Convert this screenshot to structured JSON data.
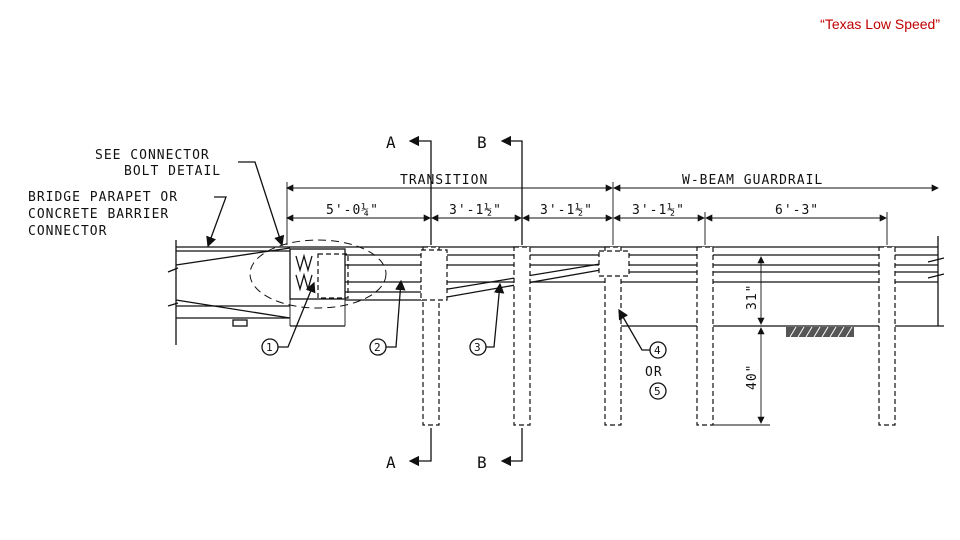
{
  "header": {
    "title": "“Texas Low Speed”"
  },
  "diagram": {
    "labels": {
      "see_connector": [
        "SEE CONNECTOR",
        "BOLT DETAIL"
      ],
      "bridge_parapet": [
        "BRIDGE PARAPET OR",
        "CONCRETE BARRIER",
        "CONNECTOR"
      ],
      "transition": "TRANSITION",
      "wbeam": "W-BEAM GUARDRAIL",
      "height_rail": "31\"",
      "height_post": "40\"",
      "or": "OR"
    },
    "dimensions": [
      "5'-0¼\"",
      "3'-1½\"",
      "3'-1½\"",
      "3'-1½\"",
      "6'-3\""
    ],
    "sections": {
      "a": "A",
      "b": "B"
    },
    "callouts": [
      "1",
      "2",
      "3",
      "4",
      "5"
    ]
  }
}
